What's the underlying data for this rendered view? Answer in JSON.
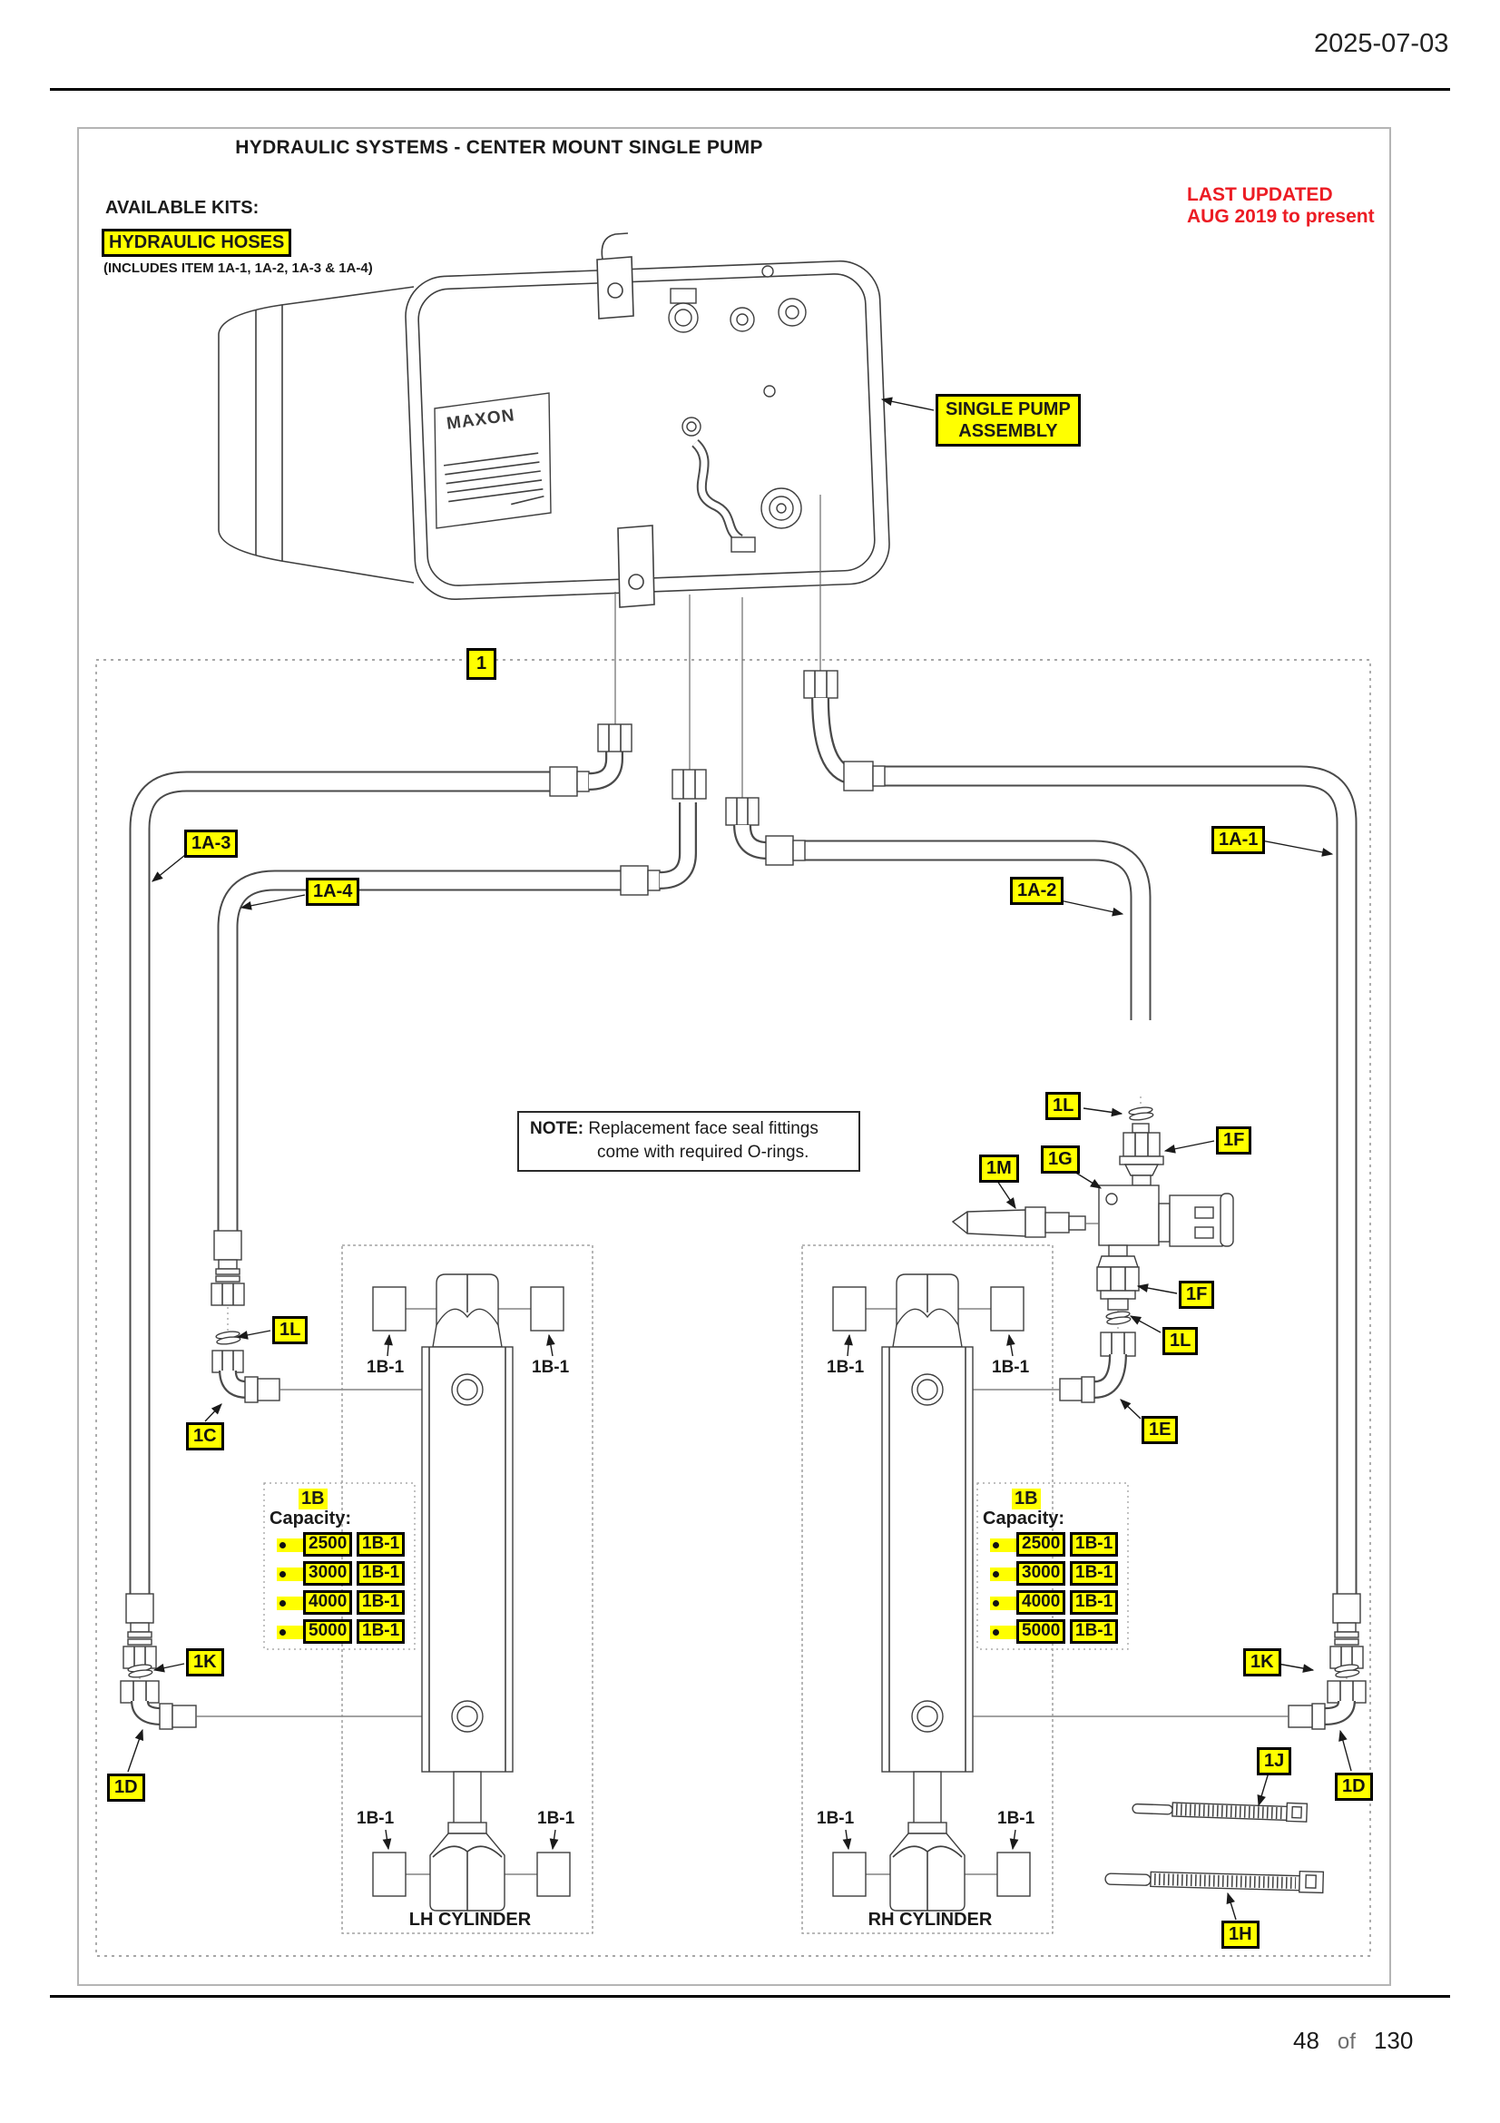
{
  "page": {
    "date": "2025-07-03",
    "footer": {
      "current": "48",
      "separator": "of",
      "total": "130"
    }
  },
  "header": {
    "title": "HYDRAULIC SYSTEMS - CENTER MOUNT SINGLE PUMP",
    "available_kits_heading": "AVAILABLE KITS:",
    "kit_name": "HYDRAULIC HOSES",
    "kit_includes": "(INCLUDES ITEM 1A-1, 1A-2, 1A-3 & 1A-4)",
    "last_updated_line1": "LAST UPDATED",
    "last_updated_line2": "AUG 2019 to present"
  },
  "colors": {
    "highlight_yellow": "#FFFF00",
    "accent_red": "#EC1C24",
    "line_art": "#3F3F3F"
  },
  "diagram": {
    "pump_logo": "MAXON",
    "pump_callout_line1": "SINGLE PUMP",
    "pump_callout_line2": "ASSEMBLY",
    "note": {
      "bold": "NOTE:",
      "line1": "Replacement face seal fittings",
      "line2": "come with required O-rings."
    },
    "callouts": {
      "group": "1",
      "a1": "1A-1",
      "a2": "1A-2",
      "a3": "1A-3",
      "a4": "1A-4",
      "l_valve_top": "1L",
      "f_valve_top": "1F",
      "g_valve": "1G",
      "m_hose": "1M",
      "f_valve_bottom": "1F",
      "l_valve_bottom": "1L",
      "e_elbow": "1E",
      "l_left": "1L",
      "c_elbow": "1C",
      "k_left": "1K",
      "d_left": "1D",
      "k_right": "1K",
      "d_right": "1D",
      "j_tie": "1J",
      "h_tie": "1H"
    },
    "bushing_label": "1B-1",
    "capacity": {
      "code": "1B",
      "heading": "Capacity:",
      "rows": [
        {
          "value": "2500",
          "part": "1B-1"
        },
        {
          "value": "3000",
          "part": "1B-1"
        },
        {
          "value": "4000",
          "part": "1B-1"
        },
        {
          "value": "5000",
          "part": "1B-1"
        }
      ]
    },
    "lh_cylinder": "LH CYLINDER",
    "rh_cylinder": "RH CYLINDER"
  }
}
